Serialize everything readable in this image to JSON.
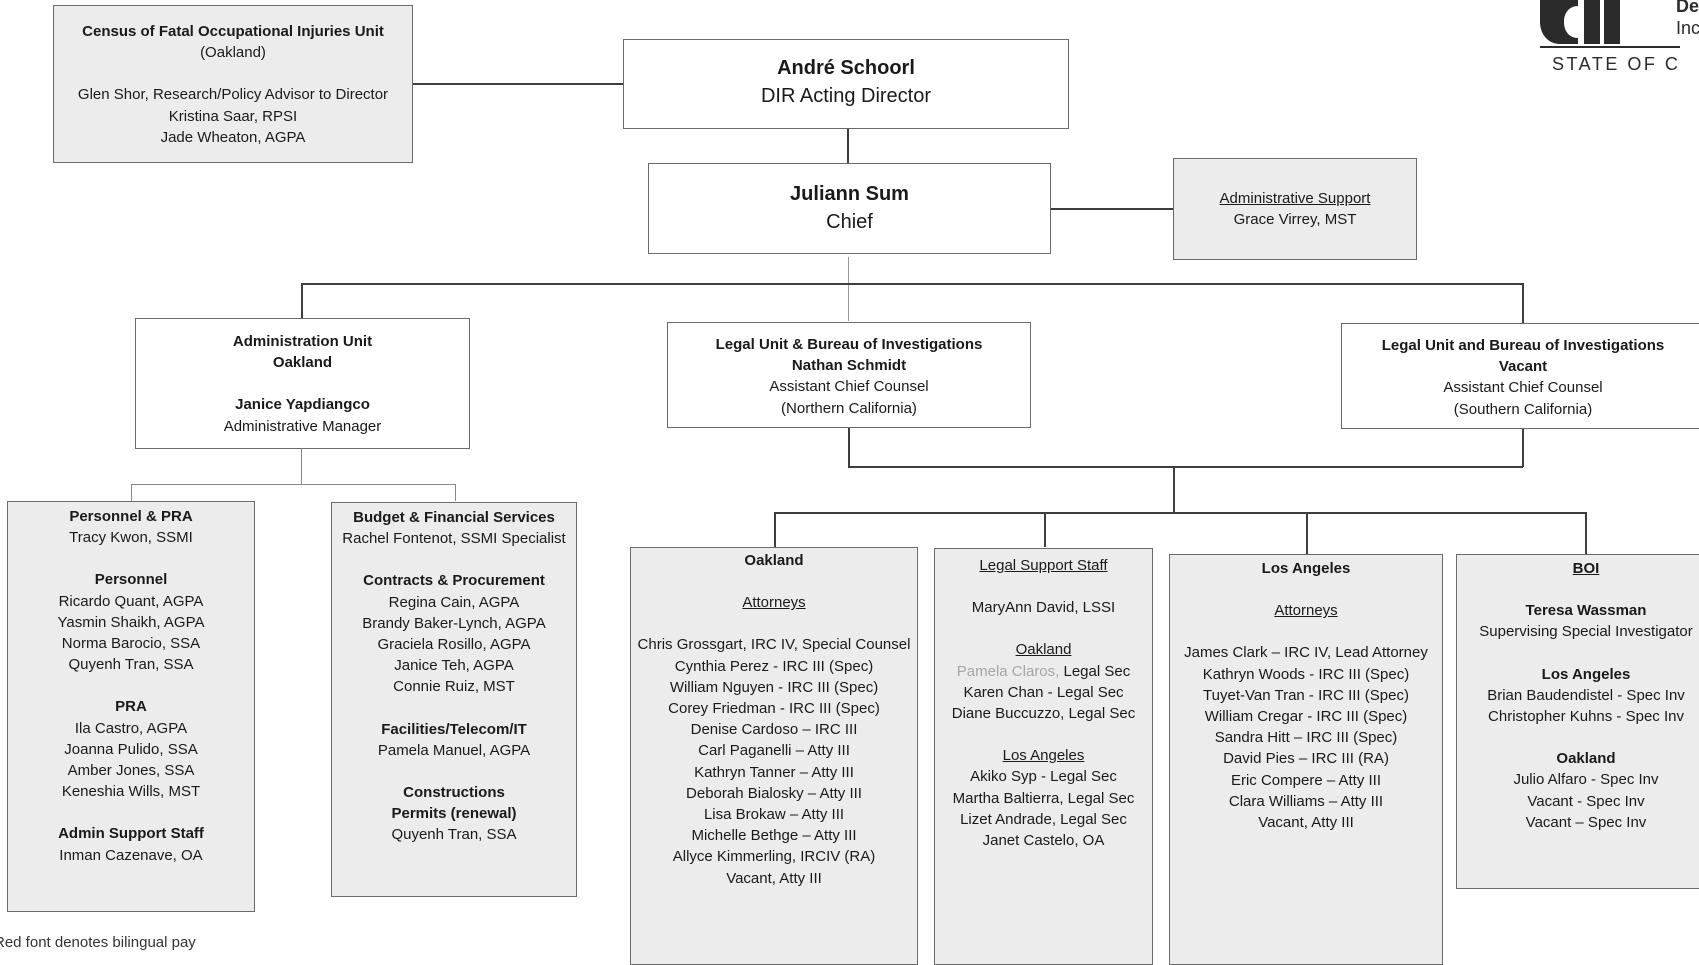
{
  "census": {
    "title": "Census of Fatal Occupational Injuries Unit",
    "location": "(Oakland)",
    "members": [
      "Glen Shor, Research/Policy Advisor to Director",
      "Kristina Saar, RPSI",
      "Jade Wheaton, AGPA"
    ]
  },
  "director": {
    "name": "André Schoorl",
    "title": "DIR Acting Director"
  },
  "chief": {
    "name": "Juliann Sum",
    "title": "Chief"
  },
  "admin_support": {
    "title": "Administrative Support",
    "member": "Grace Virrey,  MST"
  },
  "admin_unit": {
    "title": "Administration Unit",
    "location": "Oakland",
    "manager": "Janice Yapdiangco",
    "role": "Administrative Manager"
  },
  "legal_north": {
    "title": "Legal Unit & Bureau of Investigations",
    "name": "Nathan Schmidt",
    "role": "Assistant Chief Counsel",
    "region": "(Northern California)"
  },
  "legal_south": {
    "title": "Legal Unit and Bureau of Investigations",
    "name": "Vacant",
    "role": "Assistant Chief Counsel",
    "region": "(Southern California)"
  },
  "personnel": {
    "title": "Personnel & PRA",
    "lead": "Tracy Kwon, SSMI",
    "personnel_heading": "Personnel",
    "personnel_members": [
      "Ricardo Quant, AGPA",
      "Yasmin Shaikh, AGPA",
      "Norma Barocio, SSA",
      "Quyenh Tran, SSA"
    ],
    "pra_heading": "PRA",
    "pra_members": [
      "Ila Castro, AGPA",
      "Joanna Pulido, SSA",
      "Amber Jones, SSA",
      "Keneshia Wills, MST"
    ],
    "support_heading": "Admin Support Staff",
    "support_member": "Inman Cazenave, OA"
  },
  "budget": {
    "title": "Budget & Financial Services",
    "lead": "Rachel Fontenot, SSMI Specialist",
    "contracts_heading": "Contracts & Procurement",
    "contracts_members": [
      "Regina Cain, AGPA",
      "Brandy Baker-Lynch, AGPA",
      "Graciela Rosillo, AGPA",
      "Janice Teh, AGPA",
      "Connie Ruiz, MST"
    ],
    "facilities_heading": "Facilities/Telecom/IT",
    "facilities_member": "Pamela Manuel, AGPA",
    "constructions_heading_1": "Constructions",
    "constructions_heading_2": "Permits (renewal)",
    "constructions_member": "Quyenh Tran, SSA"
  },
  "oakland": {
    "title": "Oakland",
    "subheading": "Attorneys",
    "members": [
      "Chris Grossgart, IRC IV, Special Counsel",
      "Cynthia Perez -  IRC III (Spec)",
      "William Nguyen - IRC III (Spec)",
      "Corey Friedman  - IRC III (Spec)",
      "Denise Cardoso – IRC III",
      "Carl Paganelli – Atty III",
      "Kathryn Tanner – Atty III",
      "Deborah Bialosky – Atty III",
      "Lisa Brokaw – Atty III",
      "Michelle Bethge – Atty III",
      "Allyce Kimmerling, IRCIV (RA)",
      "Vacant, Atty III"
    ]
  },
  "legal_support": {
    "title": "Legal Support Staff",
    "lead": "MaryAnn David, LSSI",
    "oakland_heading": "Oakland",
    "oakland_first_name": "Pamela Claros,",
    "oakland_first_role": " Legal Sec",
    "oakland_members": [
      "Karen Chan - Legal Sec",
      "Diane Buccuzzo, Legal Sec"
    ],
    "la_heading": "Los Angeles",
    "la_members": [
      "Akiko Syp - Legal Sec",
      "Martha Baltierra, Legal Sec",
      "Lizet Andrade, Legal Sec",
      "Janet Castelo, OA"
    ]
  },
  "los_angeles": {
    "title": "Los Angeles",
    "subheading": "Attorneys",
    "members": [
      "James Clark – IRC IV, Lead Attorney",
      "Kathryn Woods - IRC III (Spec)",
      "Tuyet-Van Tran - IRC III  (Spec)",
      "William Cregar - IRC III (Spec)",
      "Sandra Hitt – IRC III (Spec)",
      "David Pies – IRC III (RA)",
      "Eric Compere – Atty III",
      "Clara Williams – Atty III",
      "Vacant, Atty III"
    ]
  },
  "boi": {
    "title": "BOI",
    "lead_name": "Teresa Wassman",
    "lead_role": "Supervising Special Investigator",
    "la_heading": "Los Angeles",
    "la_members": [
      "Brian Baudendistel - Spec Inv",
      "Christopher Kuhns - Spec Inv"
    ],
    "oak_heading": "Oakland",
    "oak_members": [
      "Julio Alfaro - Spec Inv",
      "Vacant - Spec Inv",
      "Vacant – Spec Inv"
    ]
  },
  "logo": {
    "text_top": "De",
    "text_bottom": "Inc",
    "state": "STATE OF C",
    "icon": "dir-logo-icon"
  },
  "note": "Red font denotes bilingual pay",
  "colors": {
    "box_fill": "#ececec",
    "border": "#6b6b6b",
    "bilingual": "#a6a6a6"
  }
}
